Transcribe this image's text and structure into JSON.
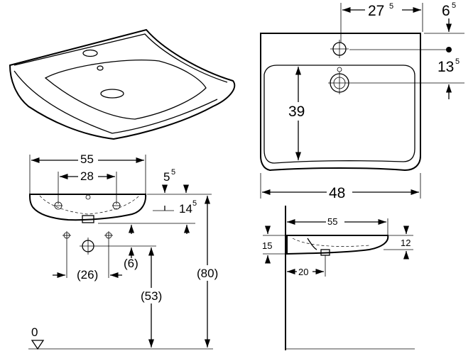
{
  "views": {
    "perspective": {},
    "top": {
      "dim_width": "48",
      "dim_depth": "39",
      "dim_tap_offset": "27",
      "dim_tap_offset_sup": "5",
      "dim_top_margin": "6",
      "dim_top_margin_sup": "5",
      "dim_waste_offset": "13",
      "dim_waste_offset_sup": "5"
    },
    "front": {
      "dim_width": "55",
      "dim_tap_spacing": "28",
      "dim_rim": "5",
      "dim_rim_sup": "5",
      "dim_bowl": "14",
      "dim_bowl_sup": "5",
      "dim_fix_spacing": "(26)",
      "dim_fix_offset": "(6)",
      "dim_waste_height": "(53)",
      "dim_rim_height": "(80)",
      "floor_label": "0"
    },
    "side": {
      "dim_projection": "55",
      "dim_height": "15",
      "dim_front_height": "12",
      "dim_waste": "20"
    }
  }
}
